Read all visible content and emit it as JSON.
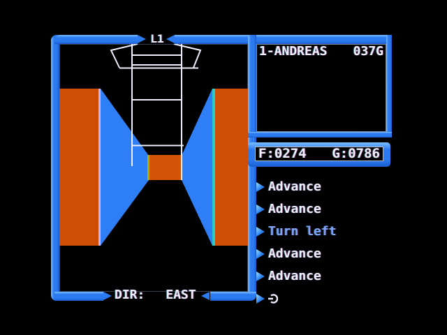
{
  "colors": {
    "background": "#000000",
    "frame_blue": "#2b7af0",
    "wall_blue": "#2e7ef5",
    "wall_orange": "#cf4e07",
    "door_orange": "#d55508",
    "artifact_lavender": "#cdb6f7",
    "artifact_cyan": "#2cc8c8",
    "door_edge_yellow": "#a9b400",
    "wireframe_white": "#eef0ff",
    "text_white": "#f2edff",
    "text_blue": "#7ba4fa"
  },
  "top_bar": {
    "level_label": "L1",
    "left_arrow_icon": "arrow-right-icon",
    "right_arrow_icon": "arrow-left-icon"
  },
  "status_panel": {
    "title_left": "1-ANDREAS",
    "title_right": "037G",
    "food_value": "F:0274",
    "gold_value": "G:0786"
  },
  "compass": {
    "label": "DIR:",
    "value": "EAST"
  },
  "command_log": {
    "pointer_icon": "right-triangle-pointer",
    "entries": [
      {
        "label": "Advance",
        "color": "#f2edff"
      },
      {
        "label": "Advance",
        "color": "#f2edff"
      },
      {
        "label": "Turn left",
        "color": "#7ba4fa"
      },
      {
        "label": "Advance",
        "color": "#f2edff"
      },
      {
        "label": "Advance",
        "color": "#f2edff"
      }
    ],
    "prompt_cursor_icon": "reversed-e-cursor"
  }
}
